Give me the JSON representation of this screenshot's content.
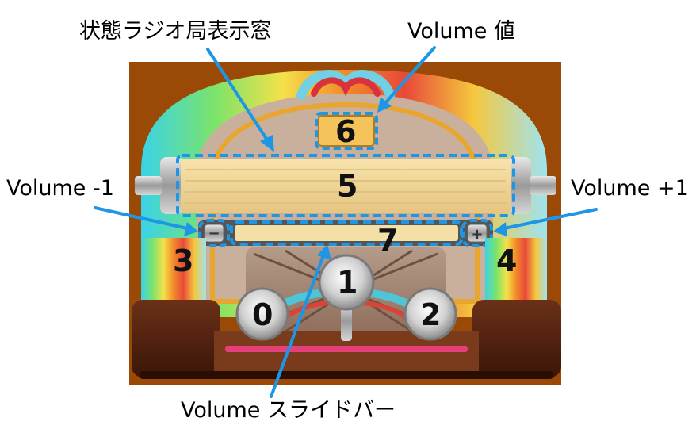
{
  "labels": {
    "status_window": "状態ラジオ局表示窓",
    "volume_value": "Volume 値",
    "volume_minus": "Volume -1",
    "volume_plus": "Volume +1",
    "volume_slider": "Volume スライドバー"
  },
  "numbers": {
    "n0": "0",
    "n1": "1",
    "n2": "2",
    "n3": "3",
    "n4": "4",
    "n5": "5",
    "n6": "6",
    "n7": "7"
  },
  "controls": {
    "minus_glyph": "−",
    "plus_glyph": "+"
  },
  "colors": {
    "highlight": "#1e96e6",
    "background": "#9a4a06",
    "panel": "#f2d99a"
  }
}
